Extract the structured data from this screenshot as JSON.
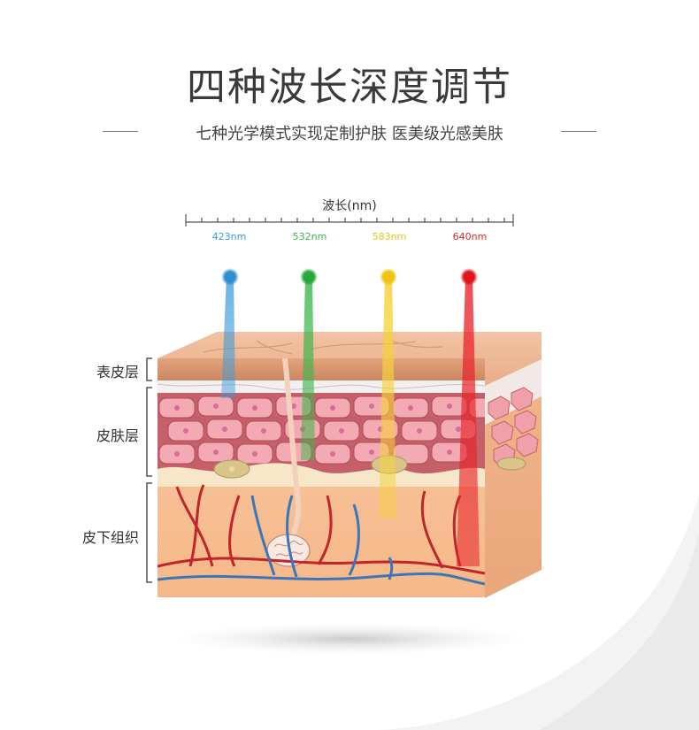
{
  "title": "四种波长深度调节",
  "subtitle": "七种光学模式实现定制护肤 医美级光感美肤",
  "scale": {
    "label": "波长(nm)"
  },
  "wavelengths": [
    {
      "label": "423nm",
      "color": "#3a9ad9"
    },
    {
      "label": "532nm",
      "color": "#3cb54a"
    },
    {
      "label": "583nm",
      "color": "#f0c419"
    },
    {
      "label": "640nm",
      "color": "#e8232a"
    }
  ],
  "layers": [
    {
      "label": "表皮层"
    },
    {
      "label": "皮肤层"
    },
    {
      "label": "皮下组织"
    }
  ]
}
